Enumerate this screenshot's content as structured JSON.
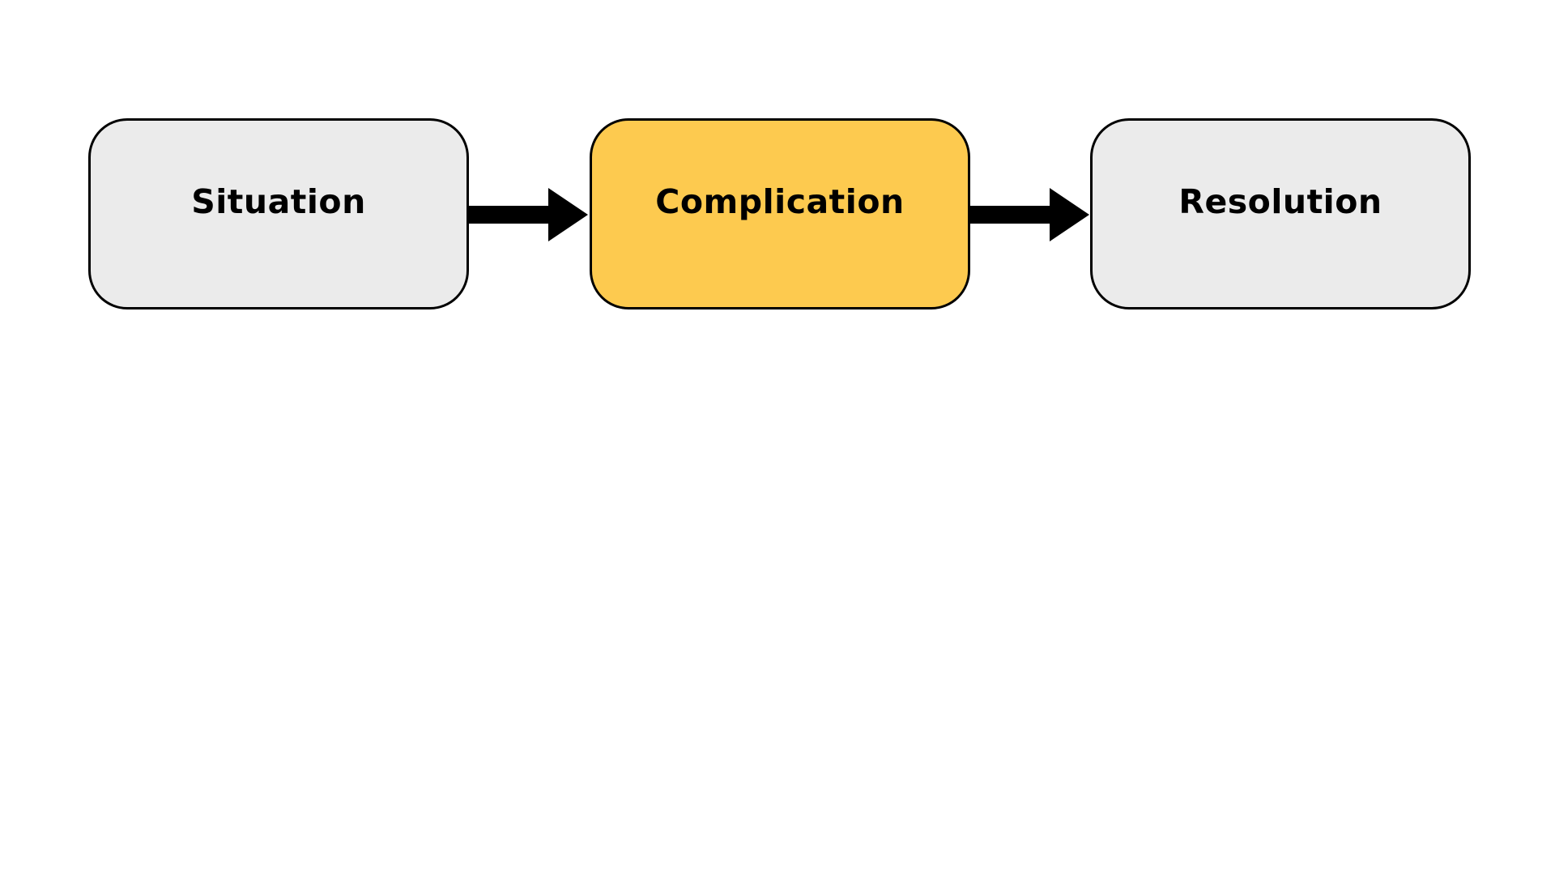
{
  "diagram": {
    "steps": [
      {
        "label": "Situation",
        "fill": "#EBEBEB",
        "highlighted": false
      },
      {
        "label": "Complication",
        "fill": "#FDCA4F",
        "highlighted": true
      },
      {
        "label": "Resolution",
        "fill": "#EBEBEB",
        "highlighted": false
      }
    ],
    "connector_color": "#000000",
    "border_color": "#000000"
  }
}
